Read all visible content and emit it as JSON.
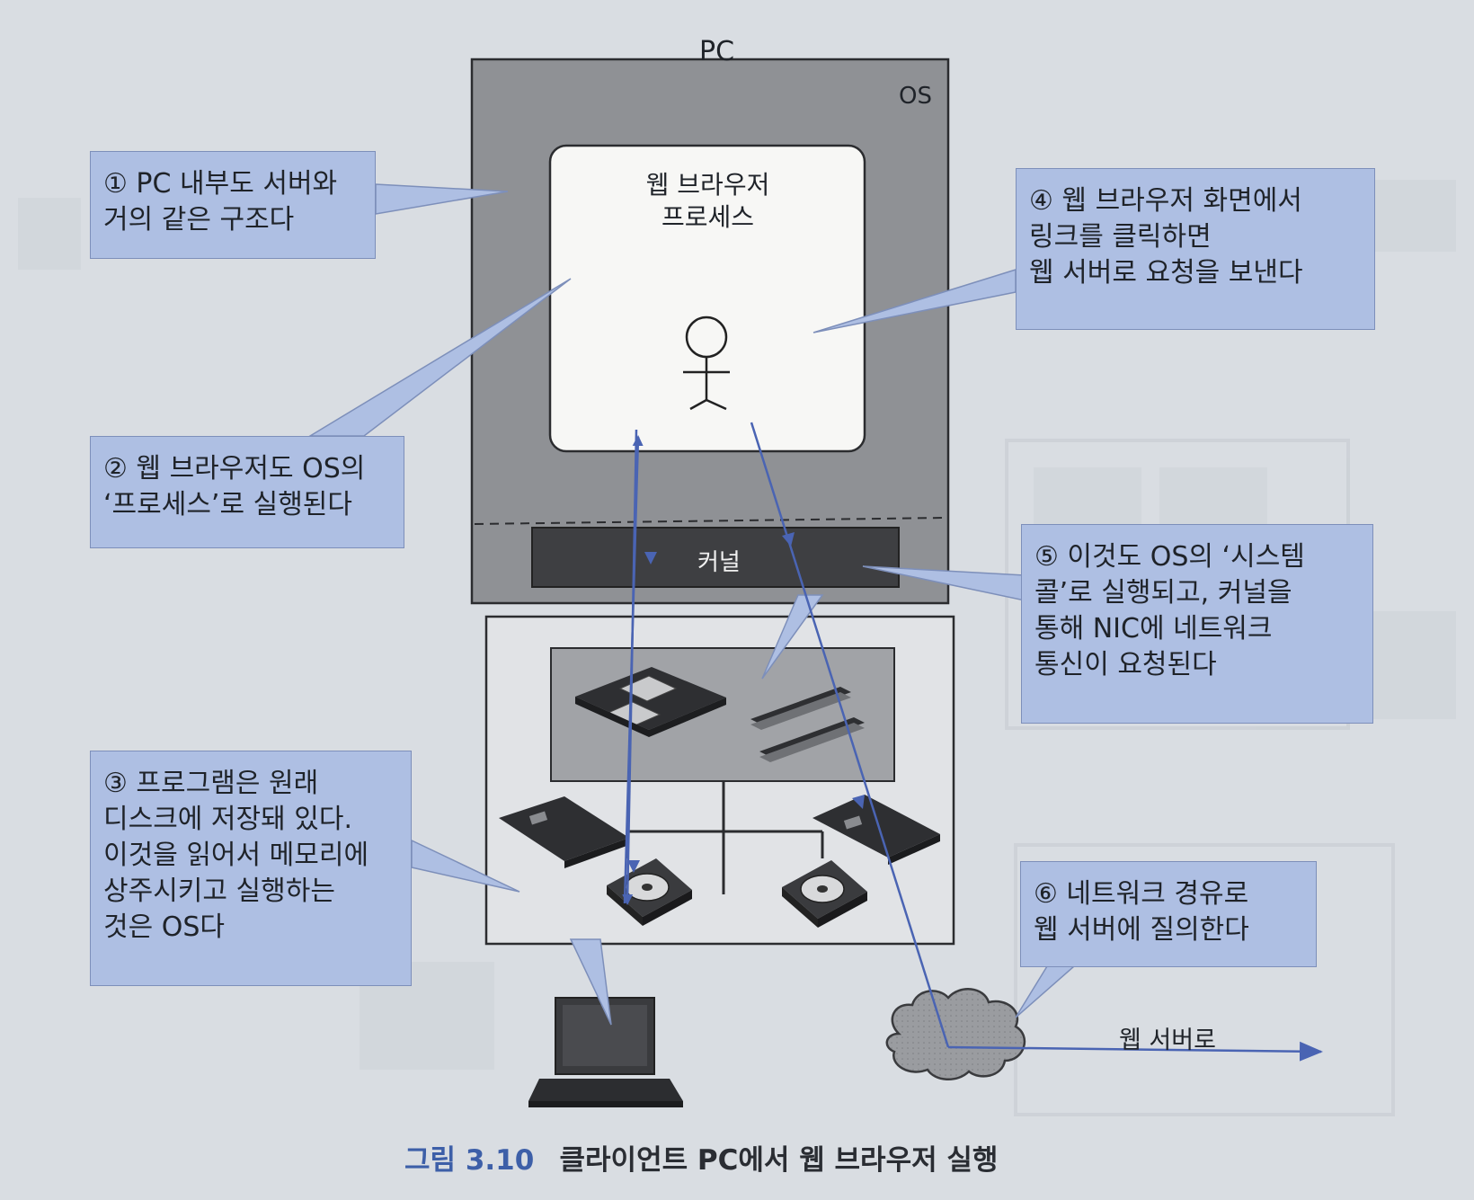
{
  "pc_label": "PC",
  "os_label": "OS",
  "browser_process": {
    "line1": "웹 브라우저",
    "line2": "프로세스"
  },
  "kernel_label": "커널",
  "web_server_label": "웹 서버로",
  "callouts": {
    "c1": [
      "① PC 내부도 서버와",
      "거의 같은 구조다"
    ],
    "c2": [
      "② 웹 브라우저도 OS의",
      "‘프로세스’로 실행된다"
    ],
    "c3": [
      "③ 프로그램은 원래",
      "디스크에 저장돼 있다.",
      "이것을 읽어서 메모리에",
      "상주시키고 실행하는",
      "것은 OS다"
    ],
    "c4": [
      "④ 웹 브라우저 화면에서",
      "링크를 클릭하면",
      "웹 서버로 요청을 보낸다"
    ],
    "c5": [
      "⑤ 이것도 OS의 ‘시스템",
      "콜’로 실행되고, 커널을",
      "통해 NIC에 네트워크",
      "통신이 요청된다"
    ],
    "c6": [
      "⑥ 네트워크 경유로",
      "웹 서버에 질의한다"
    ]
  },
  "caption": {
    "number": "그림 3.10",
    "text": "클라이언트 PC에서 웹 브라우저 실행"
  },
  "colors": {
    "callout_fill": "#aebfe3",
    "arrow": "#4a64b3",
    "os_fill": "#8f9195",
    "kernel_fill": "#3e3f42",
    "background": "#d9dde2"
  }
}
